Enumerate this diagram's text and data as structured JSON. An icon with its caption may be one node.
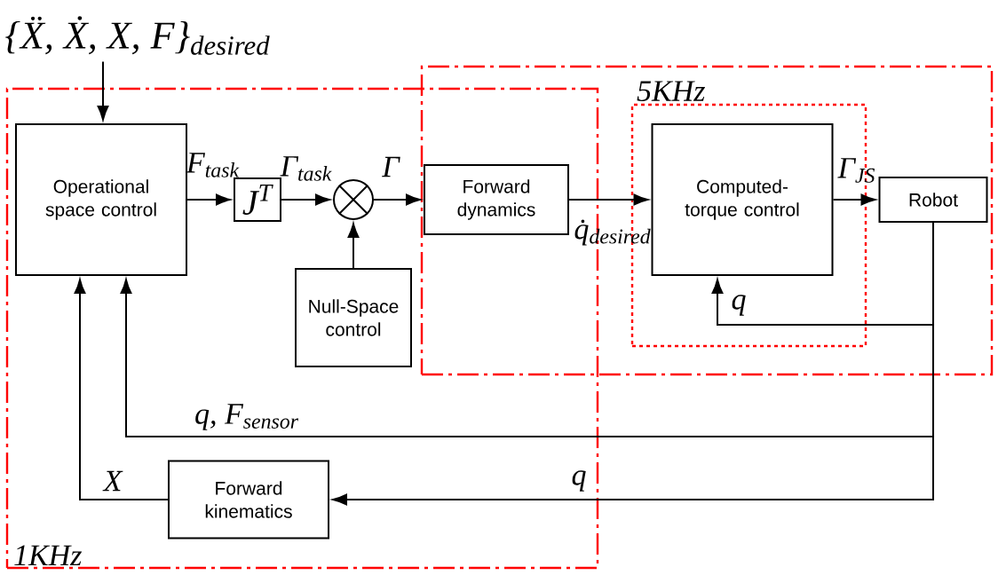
{
  "diagram": {
    "nodes": [
      {
        "text": [
          "{Ẍ, Ẋ, X, F}$_{desired}$"
        ]
      },
      {
        "text": [
          "1KHz"
        ]
      },
      {
        "text": [
          "Operational space control"
        ],
        "in": 1
      },
      {
        "text": [
          "J$^{T}$"
        ],
        "in": 1
      },
      {
        "text": [],
        "shape": "circle",
        "in": 1
      },
      {
        "text": [
          "Null-Space control"
        ],
        "in": 1
      },
      {
        "text": [],
        "shape": "box"
      },
      {
        "text": [
          "Forward dynamics"
        ]
      },
      {
        "text": [
          "5KHz"
        ],
        "in": 6
      },
      {
        "text": [
          "Computed-torque control"
        ],
        "in": 8
      },
      {
        "text": [
          "Robot"
        ],
        "in": 6
      },
      {
        "text": [
          "Forward kinematics"
        ],
        "in": 1
      }
    ],
    "edges": [
      {
        "from": 0,
        "to": 2,
        "arrow": "to"
      },
      {
        "from": 2,
        "to": 3,
        "arrow": "to",
        "label": "F$_{task}$"
      },
      {
        "from": 3,
        "to": 4,
        "arrow": "to",
        "label": "Γ$_{task}$"
      },
      {
        "from": 5,
        "to": 4,
        "arrow": "to"
      },
      {
        "from": 4,
        "to": 7,
        "arrow": "to",
        "label": "Γ"
      },
      {
        "from": 7,
        "to": 9,
        "arrow": "to",
        "label": "q̇$_{desired}$"
      },
      {
        "from": 9,
        "to": 10,
        "arrow": "to",
        "label": "Γ$_{JS}$"
      },
      {
        "from": 10,
        "to": 9,
        "arrow": "to",
        "label": "q"
      },
      {
        "from": 10,
        "to": 2,
        "arrow": "to",
        "label": "q, F$_{sensor}$"
      },
      {
        "from": 10,
        "to": 11,
        "arrow": "to",
        "label": "q"
      },
      {
        "from": 11,
        "to": 2,
        "arrow": "to",
        "label": "X"
      }
    ]
  }
}
